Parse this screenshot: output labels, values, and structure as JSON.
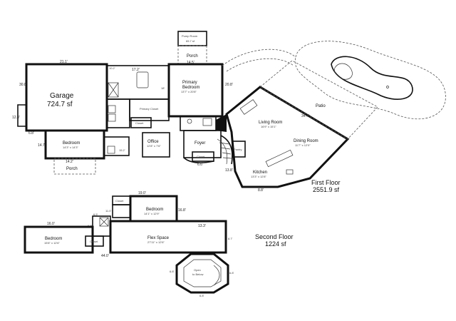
{
  "floors": {
    "first": {
      "name": "First Floor",
      "area": "2551.9 sf"
    },
    "second": {
      "name": "Second Floor",
      "area": "1224 sf"
    }
  },
  "rooms": {
    "garage": {
      "name": "Garage",
      "area": "724.7 sf"
    },
    "pump_room": {
      "name": "Pump Room",
      "size": "65.7 sf"
    },
    "porch_top": {
      "name": "Porch"
    },
    "primary_bedroom": {
      "name": "Primary Bedroom",
      "size": "13'7\" x 20'8\""
    },
    "primary_closet": {
      "name": "Primary Closet"
    },
    "closet_main": {
      "name": "Closet"
    },
    "bedroom_first": {
      "name": "Bedroom",
      "size": "14'3\" x 14'3\""
    },
    "porch_bottom": {
      "name": "Porch"
    },
    "office": {
      "name": "Office",
      "size": "12'8\" x 7'6\""
    },
    "foyer": {
      "name": "Foyer"
    },
    "closet_foyer": {
      "name": "Closet"
    },
    "living_room": {
      "name": "Living Room",
      "size": "16'9\" x 15'1\""
    },
    "dining_room": {
      "name": "Dining Room",
      "size": "11'7\" x 12'0\""
    },
    "kitchen": {
      "name": "Kitchen",
      "size": "13'3\" x 12'8\""
    },
    "pantry": {
      "name": "Pantry"
    },
    "patio": {
      "name": "Patio"
    },
    "closet_second": {
      "name": "Closet"
    },
    "bedroom_second_upper": {
      "name": "Bedroom",
      "size": "14'1\" x 12'9\""
    },
    "bedroom_second_left": {
      "name": "Bedroom",
      "size": "15'8\" x 12'6\""
    },
    "closet_second_left": {
      "name": "Closet"
    },
    "flex_space": {
      "name": "Flex Space",
      "size": "27'11\" x 12'6\""
    },
    "open_to_below": {
      "name": "Open to Below"
    }
  },
  "dimensions": {
    "garage_width": "21.1'",
    "garage_depth": "30.8'",
    "garage_side": "12.8'",
    "garage_step": "6.8'",
    "top_bath": "17.2'",
    "porch_top": "14.5'",
    "primary_depth": "20.8'",
    "primary_left": "18'",
    "bedroom_left": "14.7'",
    "bedroom_width": "14.2'",
    "bath_small": "10.2'",
    "office_dim": "6.6'",
    "patio_dim": "34.4'",
    "kitchen_side": "13.8'",
    "kitchen_bottom": "8.8'",
    "second_top": "19.0'",
    "second_left": "16.0'",
    "second_right": "13.3'",
    "second_closet": "6.5'",
    "second_bottom": "44.0'",
    "second_side": "9.0'",
    "second_side2": "11.0'",
    "second_right_v": "16.8'",
    "second_right2": "8.7'",
    "tower_a": "6.8'",
    "tower_b": "6.8'",
    "tower_c": "6.8'"
  }
}
